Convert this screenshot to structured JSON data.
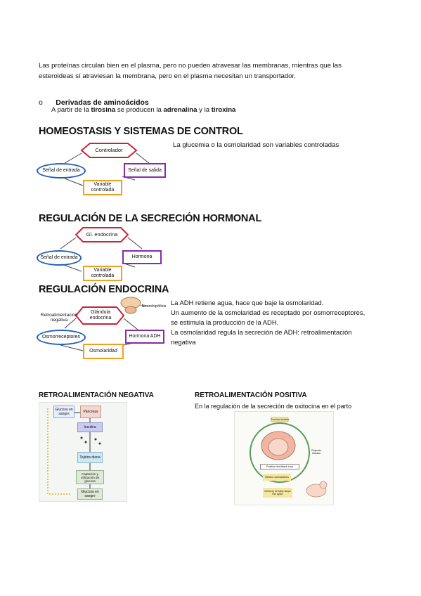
{
  "intro": {
    "line1": "Las proteínas circulan bien en el plasma, pero no pueden atravesar las membranas, mientras que las",
    "line2": "esteroideas sí atraviesan la membrana, pero en el plasma necesitan un transportador."
  },
  "derivadas": {
    "bullet": "o",
    "title": "Derivadas de aminoácidos",
    "text_pre": "A partir de la ",
    "term1": "tirosina",
    "text_mid": " se producen la ",
    "term2": "adrenalina",
    "text_and": " y la ",
    "term3": "tiroxina"
  },
  "homeostasis": {
    "heading": "HOMEOSTASIS Y SISTEMAS DE CONTROL",
    "note": "La glucemia o la osmolaridad son variables controladas",
    "diagram": {
      "top": "Controlador",
      "left": "Señal de entrada",
      "right": "Señal de salida",
      "bottom": "Variable controlada"
    }
  },
  "regulacion_secrecion": {
    "heading": "REGULACIÓN DE LA SECRECIÓN HORMONAL",
    "diagram": {
      "top": "Gl. endocrina",
      "left": "Señal de entrada",
      "right": "Hormona",
      "bottom": "Variable controlada"
    }
  },
  "regulacion_endocrina": {
    "heading": "REGULACIÓN ENDOCRINA",
    "line1": "La ADH retiene agua, hace que baje la osmolaridad.",
    "line2": "Un aumento de la osmolaridad es receptado por osmorreceptores,",
    "line3": "se estimula la producción de la ADH.",
    "line4": "La osmolaridad regula la secreción de ADH: retroalimentación",
    "line5": "negativa",
    "diagram": {
      "top": "Glándula endocrina",
      "left": "Osmorreceptores",
      "left_label": "Retroalimentación negativa",
      "right": "Hormona ADH",
      "bottom": "Osmolaridad",
      "img_label": "Neurohipófisis"
    }
  },
  "retro_negativa": {
    "heading": "RETROALIMENTACIÓN NEGATIVA",
    "boxes": [
      "Glucosa en sangre",
      "Páncreas",
      "Insulina",
      "Tejidos diana",
      "Captación y utilización de glucosa",
      "Glucosa en sangre"
    ]
  },
  "retro_positiva": {
    "heading": "RETROALIMENTACIÓN POSITIVA",
    "text": "En la regulación de la secreción de oxitocina en el parto",
    "labels": [
      "Cervical stretch",
      "Positive feedback loop",
      "Uterine contractions",
      "Oxytocin release",
      "Delivery of baby stops the cycle"
    ]
  },
  "colors": {
    "blue": "#1e5fb8",
    "purple": "#8a2aa8",
    "orange": "#f0a020",
    "red": "#c8243a"
  }
}
